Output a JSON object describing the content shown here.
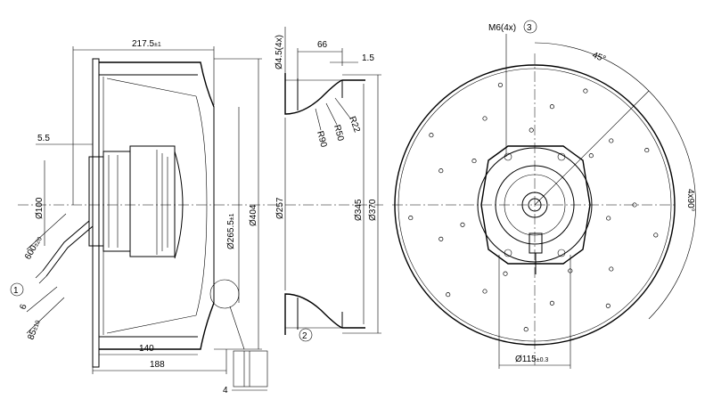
{
  "side_view": {
    "overall_length": "217.5",
    "overall_length_tol": "±1",
    "flange_offset": "5.5",
    "hub_diameter": "Ø100",
    "cable_length": "600",
    "cable_length_tol": "±20",
    "cable_note_number": "1",
    "cable_strip": "6",
    "cable_end": "85",
    "cable_end_tol": "±10",
    "inlet_diameter": "Ø265.5",
    "inlet_diameter_tol": "±1",
    "housing_diameter": "Ø404",
    "depth_140": "140",
    "depth_188": "188",
    "detail_gap": "4"
  },
  "nozzle_view": {
    "hole_dim": "Ø4.5(4x)",
    "width": "66",
    "lip": "1.5",
    "radius_r22": "R22",
    "radius_r50": "R50",
    "radius_r90": "R90",
    "inner_dia": "Ø257",
    "dia_345": "Ø345",
    "dia_370": "Ø370",
    "note_number": "2"
  },
  "front_view": {
    "thread": "M6(4x)",
    "thread_note_number": "3",
    "angle": "45°",
    "angle_pattern": "4x90°",
    "bolt_circle": "Ø115",
    "bolt_circle_tol": "±0.3"
  }
}
